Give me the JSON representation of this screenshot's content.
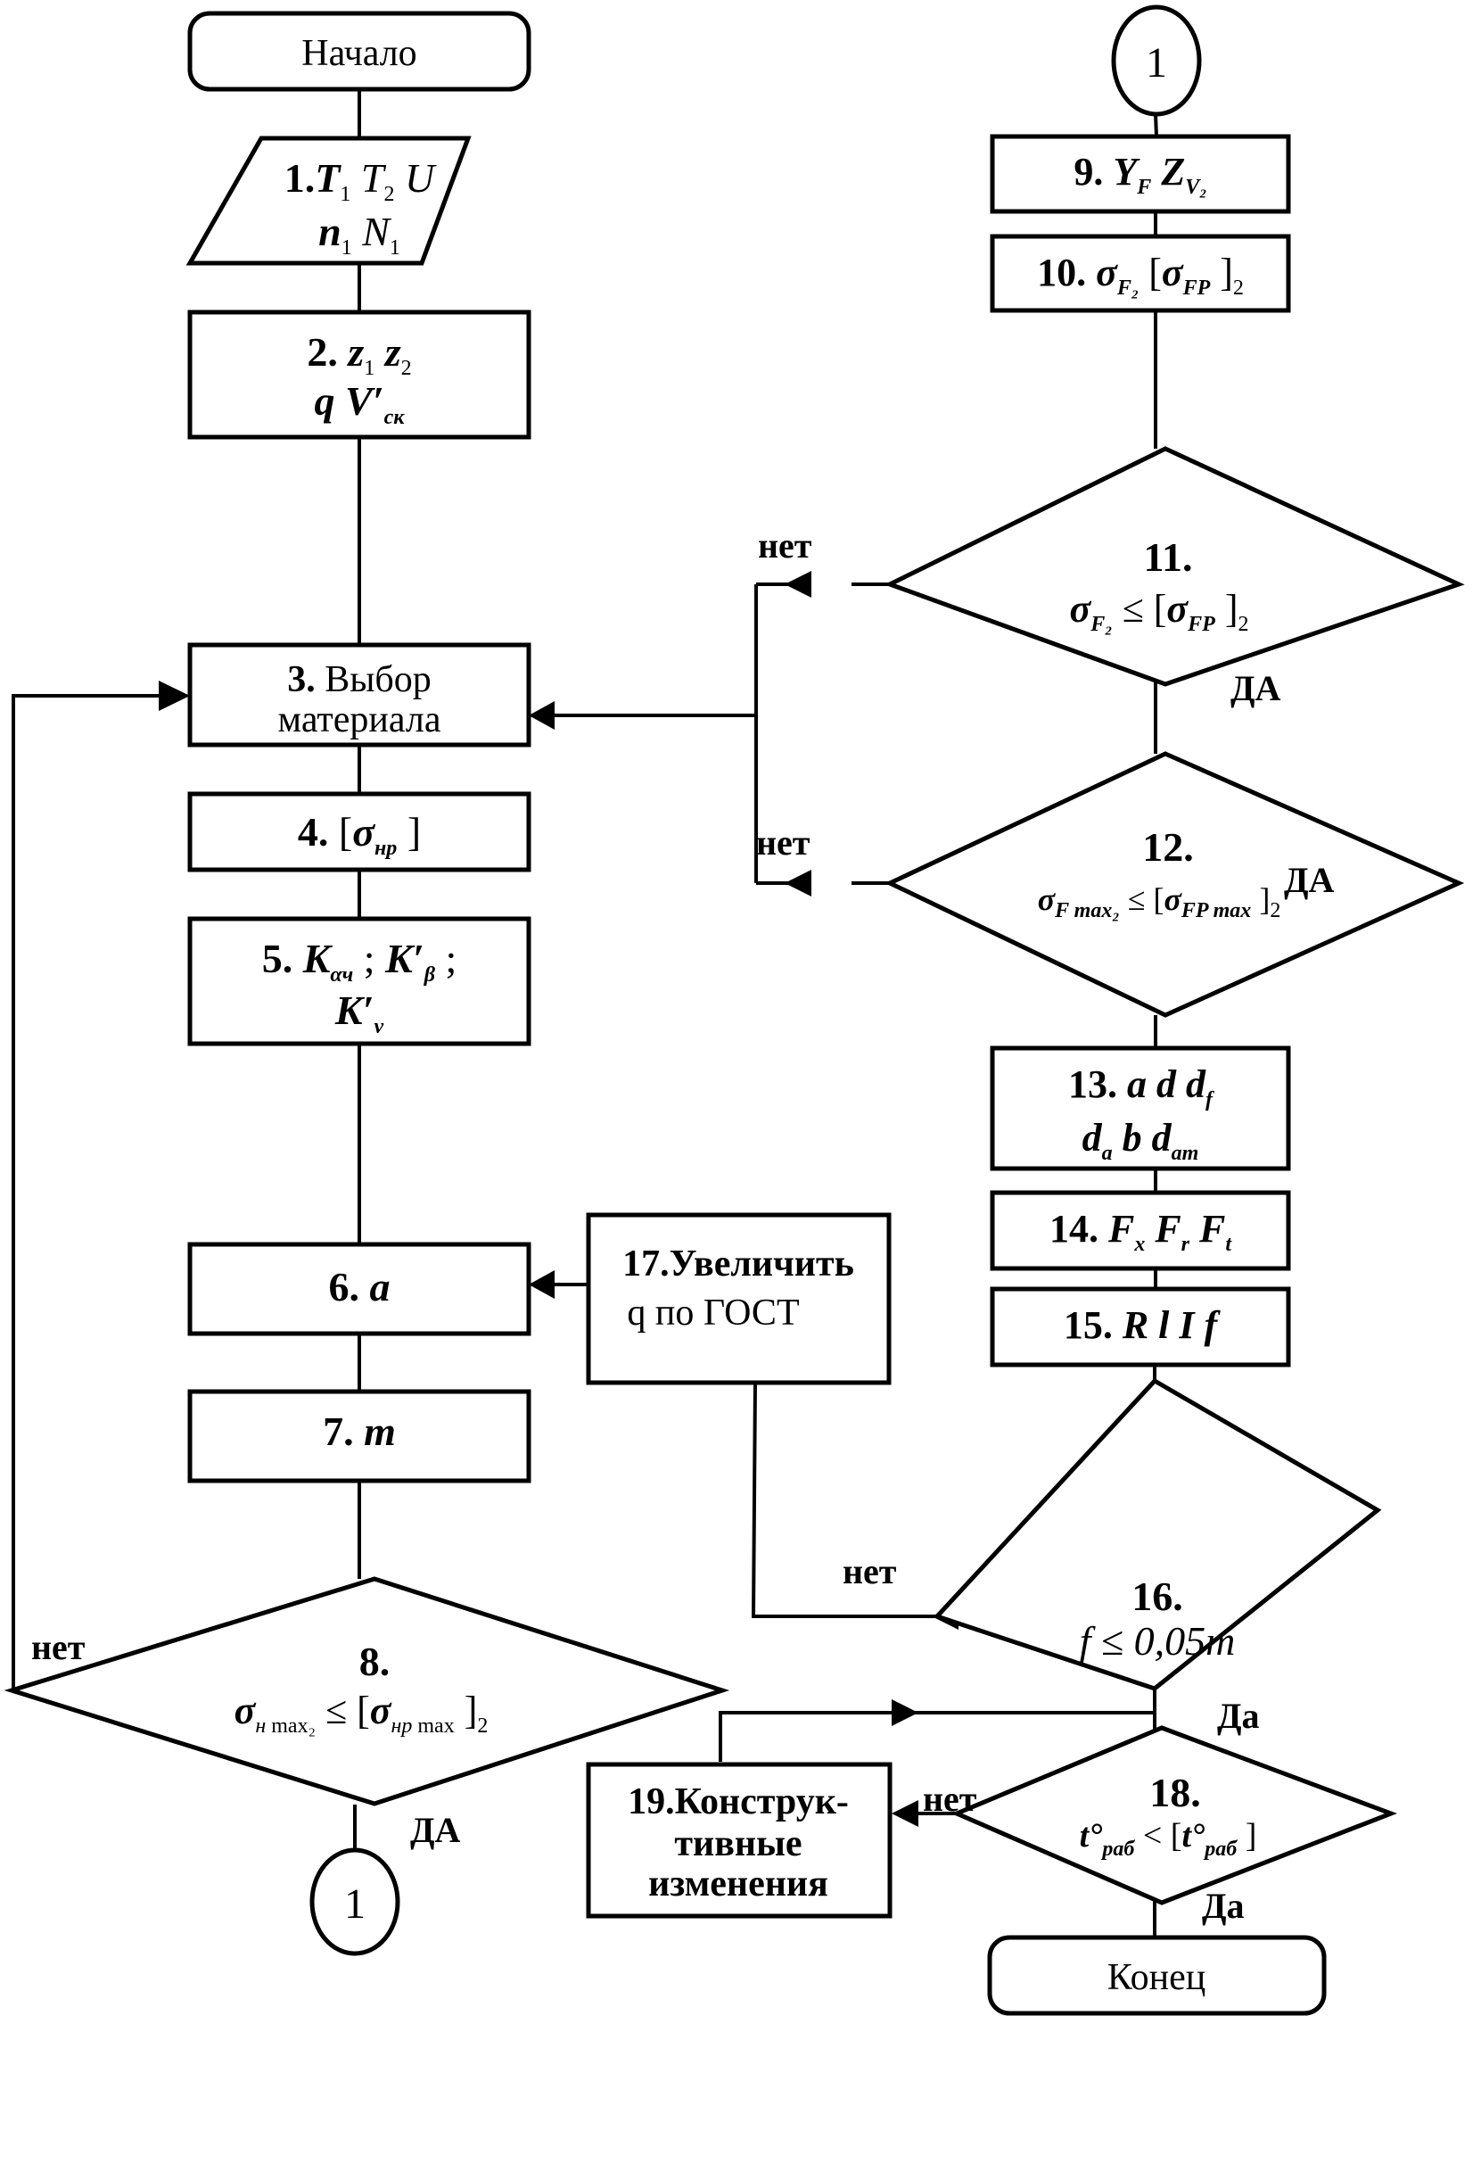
{
  "diagram": {
    "title": "Блок-схема расчёта червячной передачи",
    "nodes": [
      {
        "id": "start",
        "type": "terminator",
        "text": "Начало"
      },
      {
        "id": "n1",
        "type": "input",
        "num": "1.",
        "line1": "T₁ T₂ U",
        "line2": "n₁  N₁"
      },
      {
        "id": "n2",
        "type": "process",
        "num": "2.",
        "line1": "z₁  z₂",
        "line2": "q  V′ск"
      },
      {
        "id": "n3",
        "type": "process",
        "num": "3.",
        "line1": "Выбор",
        "line2": "материала"
      },
      {
        "id": "n4",
        "type": "process",
        "num": "4.",
        "line1": "[σнр]"
      },
      {
        "id": "n5",
        "type": "process",
        "num": "5.",
        "line1": "Kαч ; K′β ;",
        "line2": "K′v"
      },
      {
        "id": "n6",
        "type": "process",
        "num": "6.",
        "line1": "a"
      },
      {
        "id": "n7",
        "type": "process",
        "num": "7.",
        "line1": "m"
      },
      {
        "id": "n8",
        "type": "decision",
        "num": "8.",
        "line1": "σн max₂ ≤ [σнр max]₂"
      },
      {
        "id": "c1a",
        "type": "connector",
        "text": "1"
      },
      {
        "id": "c1b",
        "type": "connector",
        "text": "1"
      },
      {
        "id": "n9",
        "type": "process",
        "num": "9.",
        "line1": "YF   Zv₂"
      },
      {
        "id": "n10",
        "type": "process",
        "num": "10.",
        "line1": "σF₂  [σFP]₂"
      },
      {
        "id": "n11",
        "type": "decision",
        "num": "11.",
        "line1": "σF₂ ≤ [σFP]₂"
      },
      {
        "id": "n12",
        "type": "decision",
        "num": "12.",
        "line1": "σF max₂ ≤ [σFP max]₂"
      },
      {
        "id": "n13",
        "type": "process",
        "num": "13.",
        "line1": "a d d_f",
        "line2": "d_a b d_am"
      },
      {
        "id": "n14",
        "type": "process",
        "num": "14.",
        "line1": "Fx  Fr  Ft"
      },
      {
        "id": "n15",
        "type": "process",
        "num": "15.",
        "line1": "R  l  I   f"
      },
      {
        "id": "n16",
        "type": "decision",
        "num": "16.",
        "line1": "f ≤ 0,05m"
      },
      {
        "id": "n17",
        "type": "process",
        "num": "17.",
        "line1": "Увеличить",
        "line2": "q  по ГОСТ"
      },
      {
        "id": "n18",
        "type": "decision",
        "num": "18.",
        "line1": "t°раб < [t°раб]"
      },
      {
        "id": "n19",
        "type": "process",
        "num": "19.",
        "line1": "Конструк-",
        "line2": "тивные",
        "line3": "изменения"
      },
      {
        "id": "end",
        "type": "terminator",
        "text": "Конец"
      }
    ],
    "edge_labels": {
      "n8_no": "нет",
      "n8_yes": "ДА",
      "n11_no": "нет",
      "n11_yes": "ДА",
      "n12_no": "нет",
      "n12_yes": "ДА",
      "n16_no": "нет",
      "n16_yes": "Да",
      "n18_no": "нет",
      "n18_yes": "Да"
    },
    "text": {
      "start": "Начало",
      "end": "Конец",
      "connector": "1",
      "n1_num": "1.",
      "n2_num": "2.",
      "n3_num": "3.",
      "n3_l1": " Выбор",
      "n3_l2": "материала",
      "n4_num": "4.",
      "n5_num": "5.",
      "n6_num": "6.",
      "n6_var": "a",
      "n7_num": "7.",
      "n7_var": "m",
      "n8_num": "8.",
      "n9_num": "9.",
      "n10_num": "10.",
      "n11_num": "11.",
      "n12_num": "12.",
      "n13_num": "13.",
      "n14_num": "14.",
      "n15_num": "15.",
      "n15_vars": "R  l  I   f",
      "n16_num": "16.",
      "n16_expr": "f ≤ 0,05m",
      "n17_num": "17.",
      "n17_l1": "Увеличить",
      "n17_l2": "q  по ГОСТ",
      "n18_num": "18.",
      "n19_num": "19.",
      "n19_l1": "Конструк-",
      "n19_l2": "тивные",
      "n19_l3": "изменения"
    }
  }
}
